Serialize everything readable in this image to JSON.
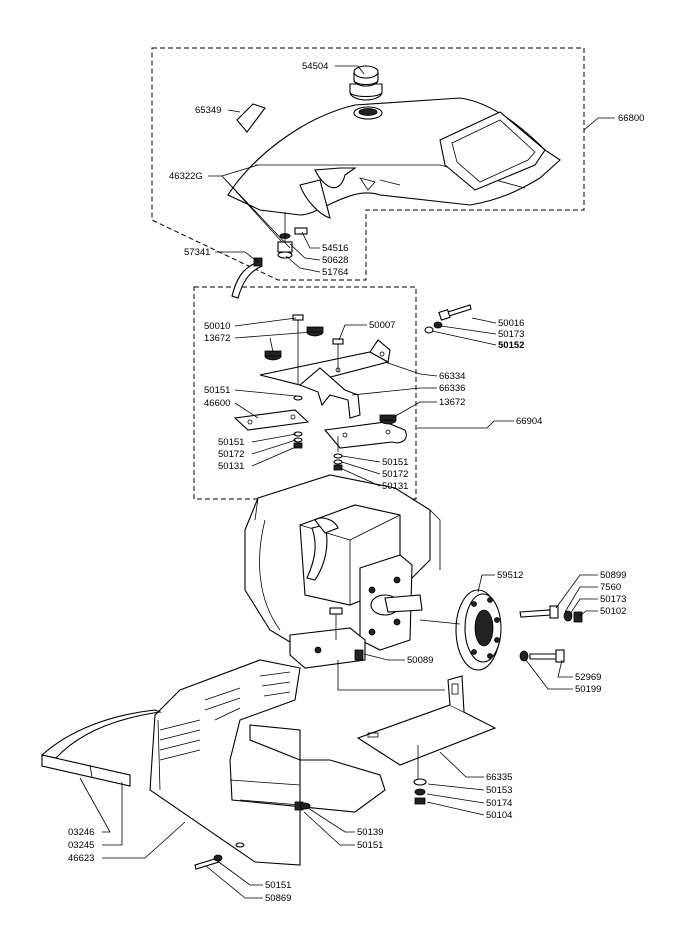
{
  "labels": {
    "p54504": "54504",
    "p65349": "65349",
    "p66800": "66800",
    "p46322G": "46322G",
    "p54516": "54516",
    "p50628": "50628",
    "p51764": "51764",
    "p57341": "57341",
    "p50010": "50010",
    "p13672a": "13672",
    "p50007": "50007",
    "p50016": "50016",
    "p50173a": "50173",
    "p50152": "50152",
    "p66334": "66334",
    "p50151a": "50151",
    "p66336": "66336",
    "p46600": "46600",
    "p13672b": "13672",
    "p66904": "66904",
    "p50151b": "50151",
    "p50172a": "50172",
    "p50131a": "50131",
    "p50151c": "50151",
    "p50172b": "50172",
    "p50131b": "50131",
    "p59512": "59512",
    "p50899": "50899",
    "p7560": "7560",
    "p50173b": "50173",
    "p50102": "50102",
    "p50089": "50089",
    "p52969": "52969",
    "p50199": "50199",
    "p66335": "66335",
    "p50153": "50153",
    "p50174": "50174",
    "p50104": "50104",
    "p03246": "03246",
    "p03245": "03245",
    "p46623": "46623",
    "p50139": "50139",
    "p50151d": "50151",
    "p50151e": "50151",
    "p50869": "50869"
  }
}
